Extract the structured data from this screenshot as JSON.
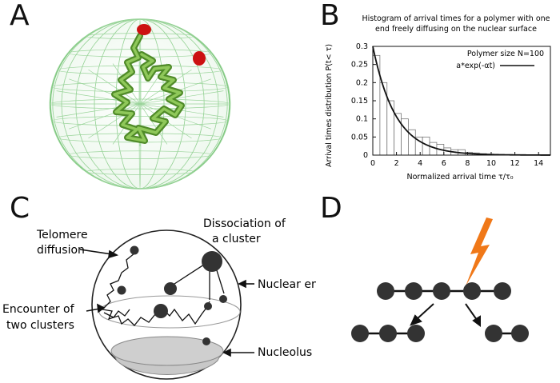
{
  "panels": {
    "a": {
      "letter": "A"
    },
    "b": {
      "letter": "B"
    },
    "c": {
      "letter": "C"
    },
    "d": {
      "letter": "D"
    }
  },
  "chart_data": {
    "type": "bar",
    "title_lines": [
      "Histogram of arrival times for a polymer with one",
      "end freely    diffusing on the nuclear surface"
    ],
    "xlabel": "Normalized arrival time  τ/τ₀",
    "ylabel": "Arrival times distribution P(t< τ)",
    "xlim": [
      0,
      15
    ],
    "ylim": [
      0,
      0.3
    ],
    "x_ticks": [
      "0",
      "2",
      "4",
      "6",
      "8",
      "10",
      "12",
      "14"
    ],
    "y_ticks": [
      "0",
      "0.05",
      "0.1",
      "0.15",
      "0.2",
      "0.25",
      "0.3"
    ],
    "bins": {
      "width": 0.6,
      "starts": [
        0,
        0.6,
        1.2,
        1.8,
        2.4,
        3.0,
        3.6,
        4.2,
        4.8,
        5.4,
        6.0,
        6.6,
        7.2,
        7.8,
        8.4,
        9.0,
        9.6,
        10.2
      ],
      "values": [
        0.275,
        0.2,
        0.15,
        0.115,
        0.1,
        0.07,
        0.05,
        0.05,
        0.035,
        0.03,
        0.02,
        0.015,
        0.015,
        0.008,
        0.006,
        0.004,
        0.002,
        0.001
      ]
    },
    "fit": {
      "amplitude": 0.3,
      "rate": 0.52
    },
    "legend": {
      "title": "Polymer size N=100",
      "entry": "a*exp(-αt)",
      "position": "top-right"
    },
    "grid": false
  },
  "diagram_c": {
    "labels": {
      "telomere": [
        "Telomere",
        "diffusion"
      ],
      "dissociation": [
        "Dissociation of",
        "a cluster"
      ],
      "envelope": "Nuclear envelope",
      "encounter": [
        "Encounter of",
        "two clusters"
      ],
      "nucleolus": "Nucleolus"
    }
  },
  "colors": {
    "polymer_green": "#5e9e2e",
    "mesh_green": "#8fce8f",
    "telomere_red": "#cc1111",
    "lightning_orange": "#f07818",
    "node_dark": "#333333",
    "nucleolus_grey": "#c8c8c8"
  }
}
